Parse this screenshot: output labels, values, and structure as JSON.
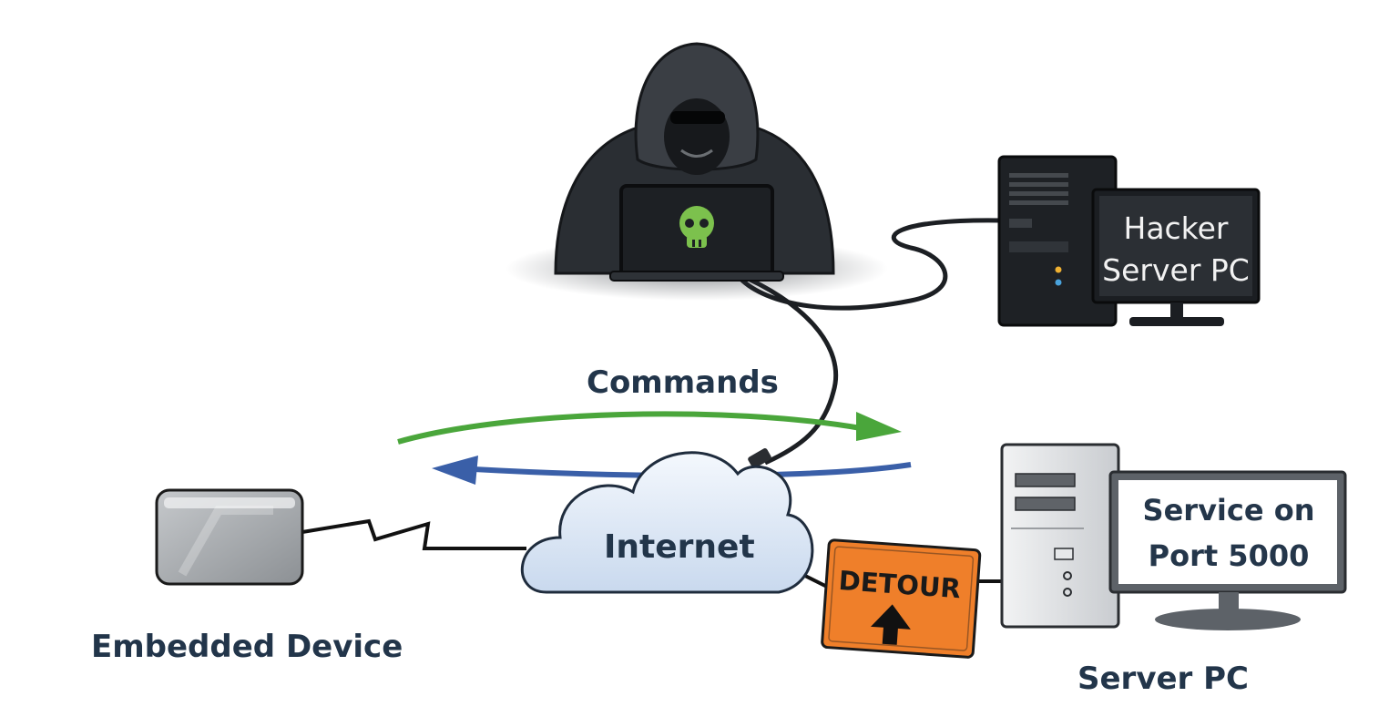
{
  "labels": {
    "commands": "Commands",
    "internet": "Internet",
    "embedded_device": "Embedded Device",
    "server_pc": "Server PC",
    "hacker_server_screen": "Hacker Server PC",
    "service_screen": "Service on Port 5000",
    "detour_sign": "DETOUR"
  },
  "icons": {
    "hacker": "hooded-hacker-icon",
    "laptop_logo": "skull-icon",
    "hacker_pc": "desktop-computer-icon",
    "server_pc": "desktop-computer-icon",
    "embedded_device": "embedded-device-icon",
    "cloud": "cloud-icon",
    "detour": "detour-sign-icon"
  },
  "colors": {
    "commands_arrow": "#4aa63b",
    "return_arrow": "#3a5fa8",
    "detour_sign": "#ef7f2a",
    "skull": "#7cc14d",
    "text": "#22354a"
  }
}
